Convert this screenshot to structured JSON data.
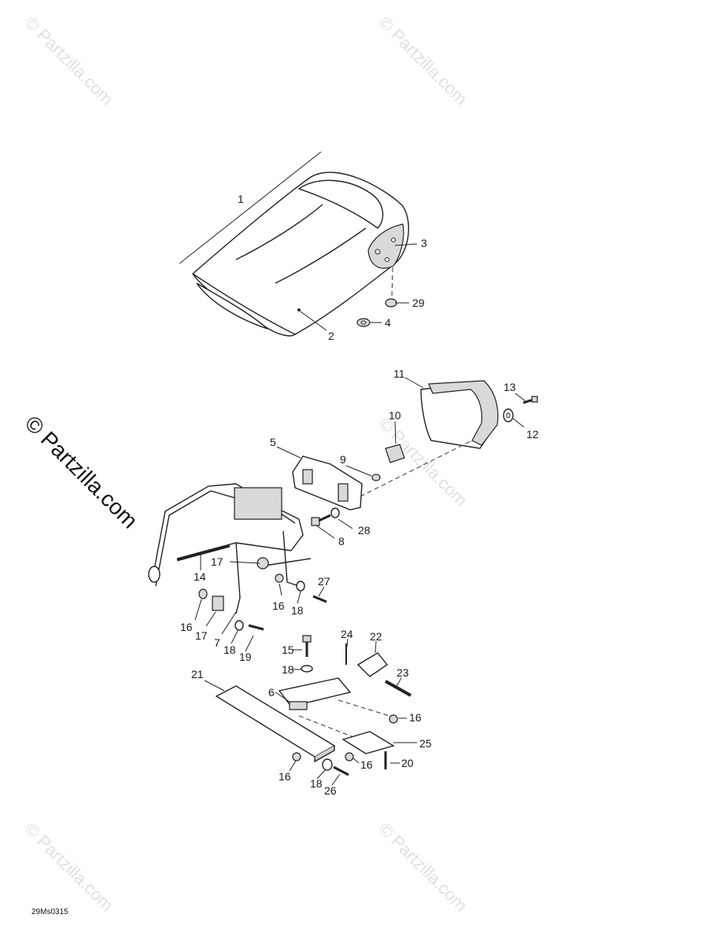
{
  "watermark": {
    "text": "© Partzilla.com",
    "side_text": "© Partzilla.com"
  },
  "diagram_code": "29Ms0315",
  "callouts": {
    "c1": "1",
    "c2": "2",
    "c3": "3",
    "c4": "4",
    "c5": "5",
    "c6": "6",
    "c7": "7",
    "c8": "8",
    "c9": "9",
    "c10": "10",
    "c11": "11",
    "c12": "12",
    "c13": "13",
    "c14": "14",
    "c15": "15",
    "c16a": "16",
    "c16b": "16",
    "c16c": "16",
    "c16d": "16",
    "c16e": "16",
    "c17a": "17",
    "c17b": "17",
    "c18a": "18",
    "c18b": "18",
    "c18c": "18",
    "c18d": "18",
    "c19": "19",
    "c20": "20",
    "c21": "21",
    "c22": "22",
    "c23": "23",
    "c24": "24",
    "c25": "25",
    "c26": "26",
    "c27": "27",
    "c28": "28",
    "c29": "29"
  }
}
